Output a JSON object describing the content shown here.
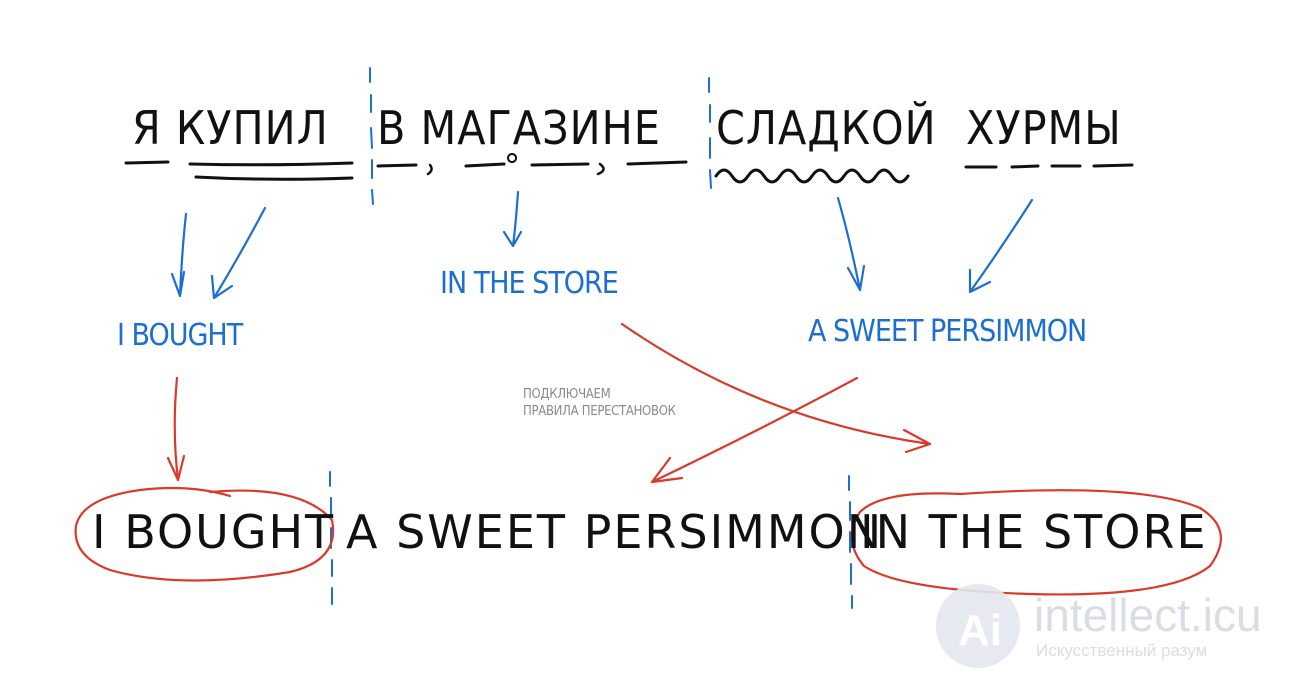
{
  "source_sentence": {
    "groups": [
      {
        "text": "Я КУПИЛ"
      },
      {
        "text": "В МАГАЗИНЕ"
      },
      {
        "text": "СЛАДКОЙ"
      },
      {
        "text": "ХУРМЫ"
      }
    ]
  },
  "translations": {
    "subject_predicate": "I BOUGHT",
    "place": "IN THE STORE",
    "object": "A SWEET PERSIMMON"
  },
  "note": {
    "line1": "ПОДКЛЮЧАЕМ",
    "line2": "ПРАВИЛА ПЕРЕСТАНОВОК"
  },
  "result_sentence": {
    "part1": "I BOUGHT",
    "part2": "A SWEET PERSIMMON",
    "part3": "IN THE STORE"
  },
  "watermark": {
    "site": "intellect.icu",
    "tagline": "Искусственный разум"
  },
  "colors": {
    "text": "#111111",
    "blue": "#1c6fd0",
    "red": "#d93a2b",
    "note": "#8a8a8a",
    "watermark": "#d9dde6"
  },
  "icons": [
    "down-arrow-icon",
    "curved-arrow-icon",
    "ai-logo-icon"
  ]
}
